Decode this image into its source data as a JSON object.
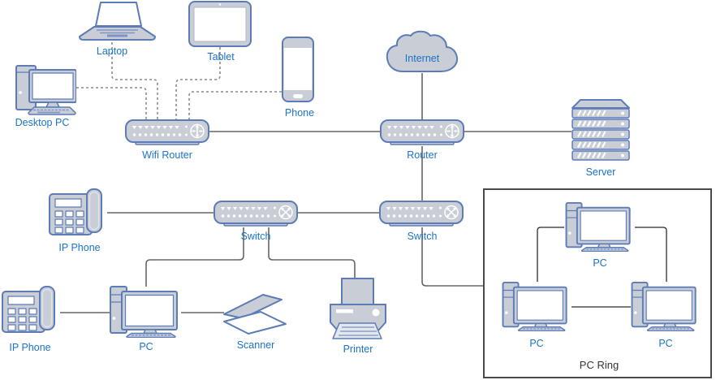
{
  "colors": {
    "label_blue": "#1a73c8",
    "shape_stroke": "#5c7cb8",
    "shape_fill": "#c9cdd6",
    "screen_white": "#ffffff",
    "connector": "#666666",
    "dashed": "#8a8a8a",
    "ring_line": "#2b2b2b",
    "box_border": "#4a4a4a",
    "title_dark": "#333333"
  },
  "nodes": {
    "laptop": {
      "label": "Laptop"
    },
    "tablet": {
      "label": "Tablet"
    },
    "phone": {
      "label": "Phone"
    },
    "desktop_pc": {
      "label": "Desktop PC"
    },
    "wifi_router": {
      "label": "Wifi Router"
    },
    "internet": {
      "label": "Internet"
    },
    "router": {
      "label": "Router"
    },
    "server": {
      "label": "Server"
    },
    "ip_phone_top": {
      "label": "IP Phone"
    },
    "switch_left": {
      "label": "Switch"
    },
    "switch_right": {
      "label": "Switch"
    },
    "ip_phone_bottom": {
      "label": "IP Phone"
    },
    "pc": {
      "label": "PC"
    },
    "scanner": {
      "label": "Scanner"
    },
    "printer": {
      "label": "Printer"
    }
  },
  "ring": {
    "title": "PC Ring",
    "pc_top": {
      "label": "PC"
    },
    "pc_left": {
      "label": "PC"
    },
    "pc_right": {
      "label": "PC"
    }
  }
}
